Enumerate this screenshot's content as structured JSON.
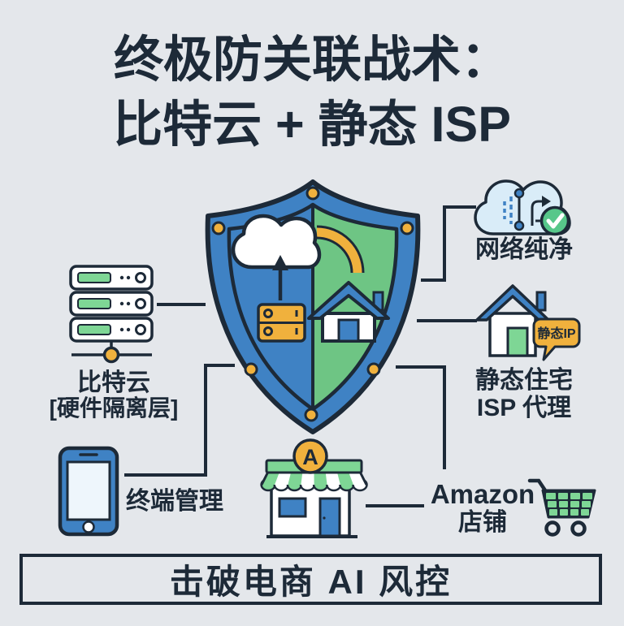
{
  "title": {
    "line1": "终极防关联战术：",
    "line2": "比特云 + 静态 ISP"
  },
  "nodes": {
    "network_clean": {
      "label": "网络纯净"
    },
    "bityun_server": {
      "name": "比特云",
      "sub": "[硬件隔离层]"
    },
    "static_isp": {
      "line1": "静态住宅",
      "line2": "ISP 代理",
      "badge": "静态IP"
    },
    "terminal": {
      "label": "终端管理"
    },
    "amazon": {
      "line1": "Amazon",
      "line2": "店铺",
      "store_letter": "A"
    }
  },
  "banner": {
    "text": "击破电商 AI 风控"
  },
  "colors": {
    "ink": "#1d2a38",
    "blue": "#3f82c4",
    "green": "#6ec584",
    "light_green": "#7ed695",
    "yellow": "#f0b13d",
    "cloud_blue": "#d9ecf8",
    "check_green": "#57c78a",
    "background": "#e4e7eb"
  },
  "icons": {
    "shield": "shield-split-protection-icon",
    "cloud_upload": "cloud-upload-icon",
    "house_in_shield": "home-icon",
    "wifi_arc": "signal-arc-icon",
    "network": "cloud-network-check-icon",
    "server": "server-stack-icon",
    "isp_house": "house-static-ip-icon",
    "phone": "smartphone-icon",
    "store": "storefront-icon",
    "cart": "shopping-cart-icon"
  }
}
